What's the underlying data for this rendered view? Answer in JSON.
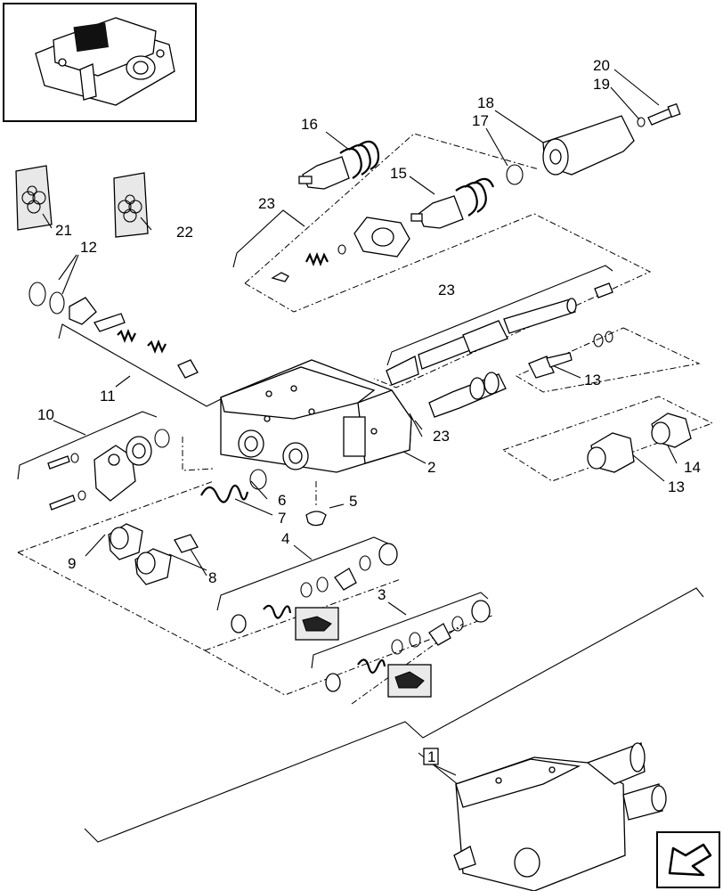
{
  "callouts": {
    "n1": "1",
    "n2": "2",
    "n3": "3",
    "n4": "4",
    "n5": "5",
    "n6": "6",
    "n7": "7",
    "n8": "8",
    "n9": "9",
    "n10": "10",
    "n11": "11",
    "n12": "12",
    "n13a": "13",
    "n13b": "13",
    "n14": "14",
    "n15": "15",
    "n16": "16",
    "n17": "17",
    "n18": "18",
    "n19": "19",
    "n20": "20",
    "n21": "21",
    "n22": "22",
    "n23a": "23",
    "n23b": "23",
    "n23c": "23"
  },
  "icons": {
    "thumbnail": "valve-assembly-thumbnail",
    "kit21": "seal-kit-icon",
    "kit22": "seal-kit-icon",
    "nav": "next-page-arrow-icon"
  }
}
